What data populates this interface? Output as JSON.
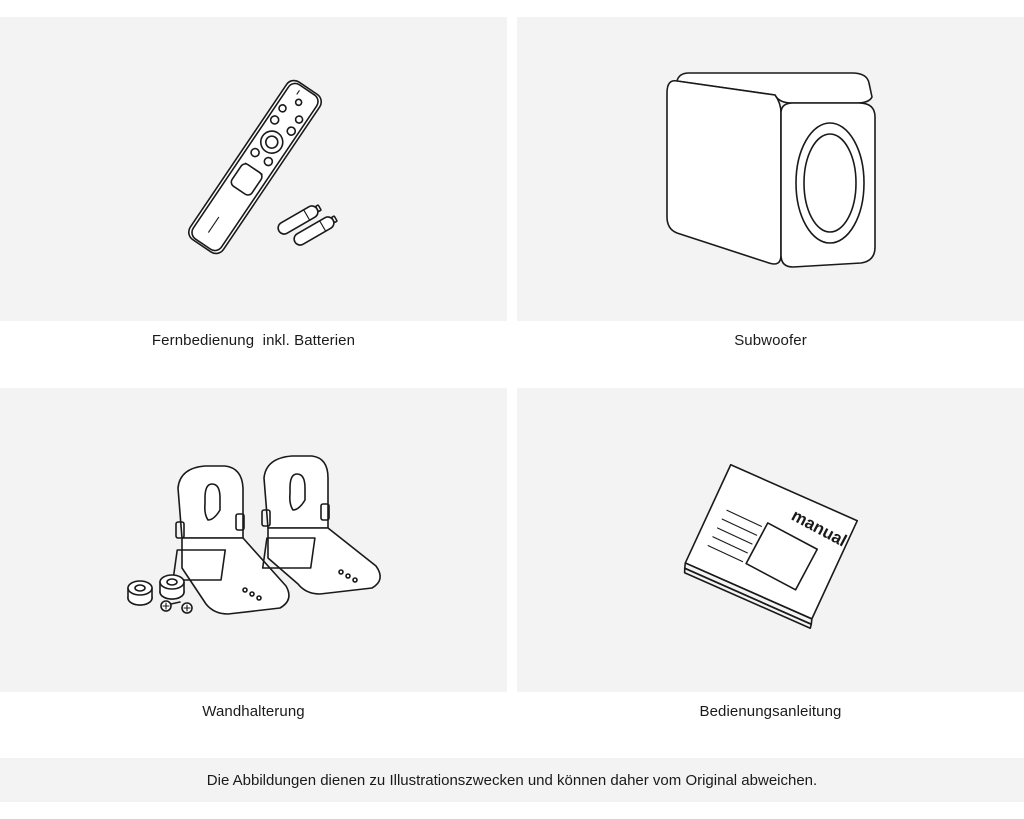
{
  "items": [
    {
      "caption": "Fernbedienung  inkl. Batterien",
      "icon": "remote-control-icon"
    },
    {
      "caption": "Subwoofer",
      "icon": "subwoofer-icon"
    },
    {
      "caption": "Wandhalterung",
      "icon": "wall-mount-icon"
    },
    {
      "caption": "Bedienungsanleitung",
      "icon": "manual-icon"
    }
  ],
  "manual_cover_text": "manual",
  "notice": "Die Abbildungen dienen zu Illustrationszwecken und können daher vom Original abweichen.",
  "colors": {
    "tile_background": "#f3f3f3",
    "line": "#1a1a1a"
  }
}
